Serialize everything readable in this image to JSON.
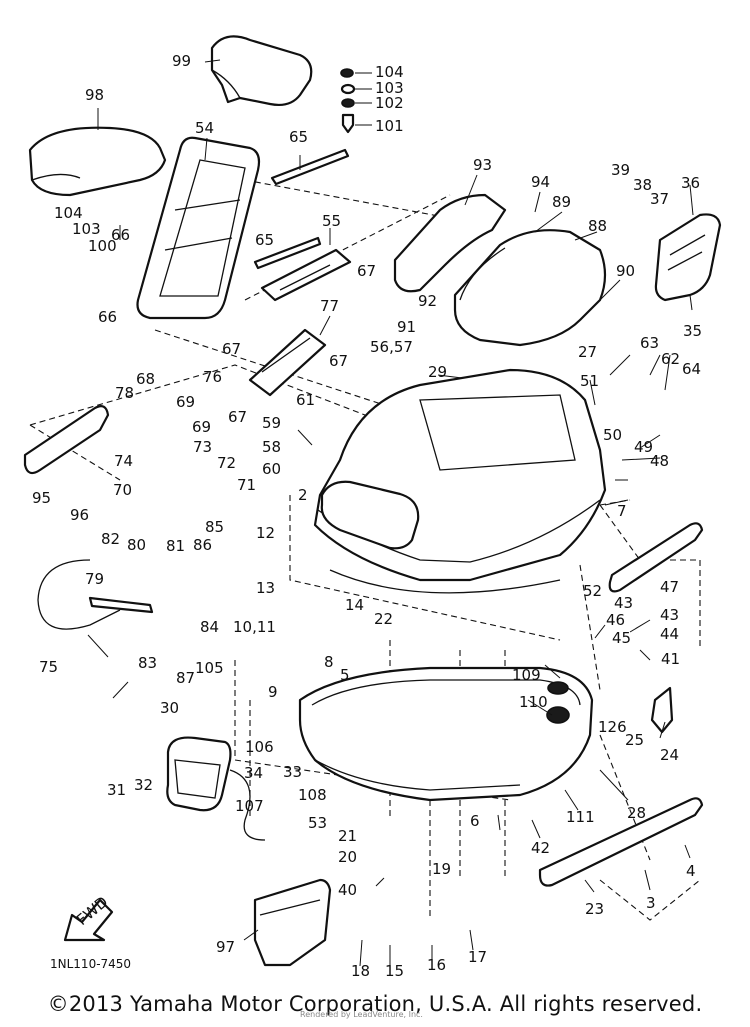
{
  "diagram": {
    "code": "1NL110-7450",
    "copyright": "©2013 Yamaha Motor Corporation, U.S.A. All rights reserved.",
    "watermark": "Rendered by LeadVenture, Inc.",
    "direction_label": "FWD",
    "callouts": [
      {
        "id": "99",
        "label": "99"
      },
      {
        "id": "104a",
        "label": "104"
      },
      {
        "id": "103a",
        "label": "103"
      },
      {
        "id": "102",
        "label": "102"
      },
      {
        "id": "101",
        "label": "101"
      },
      {
        "id": "98",
        "label": "98"
      },
      {
        "id": "54",
        "label": "54"
      },
      {
        "id": "65a",
        "label": "65"
      },
      {
        "id": "93",
        "label": "93"
      },
      {
        "id": "94",
        "label": "94"
      },
      {
        "id": "89",
        "label": "89"
      },
      {
        "id": "39",
        "label": "39"
      },
      {
        "id": "38",
        "label": "38"
      },
      {
        "id": "37",
        "label": "37"
      },
      {
        "id": "36",
        "label": "36"
      },
      {
        "id": "104b",
        "label": "104"
      },
      {
        "id": "103b",
        "label": "103"
      },
      {
        "id": "100",
        "label": "100"
      },
      {
        "id": "66a",
        "label": "66"
      },
      {
        "id": "65b",
        "label": "65"
      },
      {
        "id": "55",
        "label": "55"
      },
      {
        "id": "67a",
        "label": "67"
      },
      {
        "id": "88",
        "label": "88"
      },
      {
        "id": "90",
        "label": "90"
      },
      {
        "id": "35",
        "label": "35"
      },
      {
        "id": "66b",
        "label": "66"
      },
      {
        "id": "77",
        "label": "77"
      },
      {
        "id": "92",
        "label": "92"
      },
      {
        "id": "91",
        "label": "91"
      },
      {
        "id": "67b",
        "label": "67"
      },
      {
        "id": "67c",
        "label": "67"
      },
      {
        "id": "5657",
        "label": "56,57"
      },
      {
        "id": "63",
        "label": "63"
      },
      {
        "id": "27",
        "label": "27"
      },
      {
        "id": "62",
        "label": "62"
      },
      {
        "id": "68",
        "label": "68"
      },
      {
        "id": "76",
        "label": "76"
      },
      {
        "id": "29",
        "label": "29"
      },
      {
        "id": "51",
        "label": "51"
      },
      {
        "id": "64",
        "label": "64"
      },
      {
        "id": "78",
        "label": "78"
      },
      {
        "id": "69a",
        "label": "69"
      },
      {
        "id": "67d",
        "label": "67"
      },
      {
        "id": "61",
        "label": "61"
      },
      {
        "id": "69b",
        "label": "69"
      },
      {
        "id": "59",
        "label": "59"
      },
      {
        "id": "74",
        "label": "74"
      },
      {
        "id": "73",
        "label": "73"
      },
      {
        "id": "58",
        "label": "58"
      },
      {
        "id": "50",
        "label": "50"
      },
      {
        "id": "49",
        "label": "49"
      },
      {
        "id": "48",
        "label": "48"
      },
      {
        "id": "60",
        "label": "60"
      },
      {
        "id": "70",
        "label": "70"
      },
      {
        "id": "72",
        "label": "72"
      },
      {
        "id": "95",
        "label": "95"
      },
      {
        "id": "71",
        "label": "71"
      },
      {
        "id": "2",
        "label": "2"
      },
      {
        "id": "96",
        "label": "96"
      },
      {
        "id": "7",
        "label": "7"
      },
      {
        "id": "85",
        "label": "85"
      },
      {
        "id": "12",
        "label": "12"
      },
      {
        "id": "82",
        "label": "82"
      },
      {
        "id": "80",
        "label": "80"
      },
      {
        "id": "81",
        "label": "81"
      },
      {
        "id": "86",
        "label": "86"
      },
      {
        "id": "47",
        "label": "47"
      },
      {
        "id": "79",
        "label": "79"
      },
      {
        "id": "13",
        "label": "13"
      },
      {
        "id": "52",
        "label": "52"
      },
      {
        "id": "14",
        "label": "14"
      },
      {
        "id": "43a",
        "label": "43"
      },
      {
        "id": "46",
        "label": "46"
      },
      {
        "id": "43b",
        "label": "43"
      },
      {
        "id": "22",
        "label": "22"
      },
      {
        "id": "84",
        "label": "84"
      },
      {
        "id": "1011",
        "label": "10,11"
      },
      {
        "id": "45",
        "label": "45"
      },
      {
        "id": "44",
        "label": "44"
      },
      {
        "id": "83",
        "label": "83"
      },
      {
        "id": "87",
        "label": "87"
      },
      {
        "id": "75",
        "label": "75"
      },
      {
        "id": "8",
        "label": "8"
      },
      {
        "id": "41",
        "label": "41"
      },
      {
        "id": "105",
        "label": "105"
      },
      {
        "id": "5",
        "label": "5"
      },
      {
        "id": "109",
        "label": "109"
      },
      {
        "id": "9",
        "label": "9"
      },
      {
        "id": "30",
        "label": "30"
      },
      {
        "id": "110",
        "label": "110"
      },
      {
        "id": "126",
        "label": "126"
      },
      {
        "id": "25",
        "label": "25"
      },
      {
        "id": "106",
        "label": "106"
      },
      {
        "id": "31",
        "label": "31"
      },
      {
        "id": "32",
        "label": "32"
      },
      {
        "id": "34",
        "label": "34"
      },
      {
        "id": "33",
        "label": "33"
      },
      {
        "id": "24",
        "label": "24"
      },
      {
        "id": "28",
        "label": "28"
      },
      {
        "id": "107",
        "label": "107"
      },
      {
        "id": "108",
        "label": "108"
      },
      {
        "id": "111",
        "label": "111"
      },
      {
        "id": "53",
        "label": "53"
      },
      {
        "id": "6",
        "label": "6"
      },
      {
        "id": "42",
        "label": "42"
      },
      {
        "id": "21",
        "label": "21"
      },
      {
        "id": "20",
        "label": "20"
      },
      {
        "id": "19",
        "label": "19"
      },
      {
        "id": "4",
        "label": "4"
      },
      {
        "id": "40",
        "label": "40"
      },
      {
        "id": "3",
        "label": "3"
      },
      {
        "id": "23",
        "label": "23"
      },
      {
        "id": "97",
        "label": "97"
      },
      {
        "id": "18",
        "label": "18"
      },
      {
        "id": "15",
        "label": "15"
      },
      {
        "id": "16",
        "label": "16"
      },
      {
        "id": "17",
        "label": "17"
      }
    ]
  }
}
